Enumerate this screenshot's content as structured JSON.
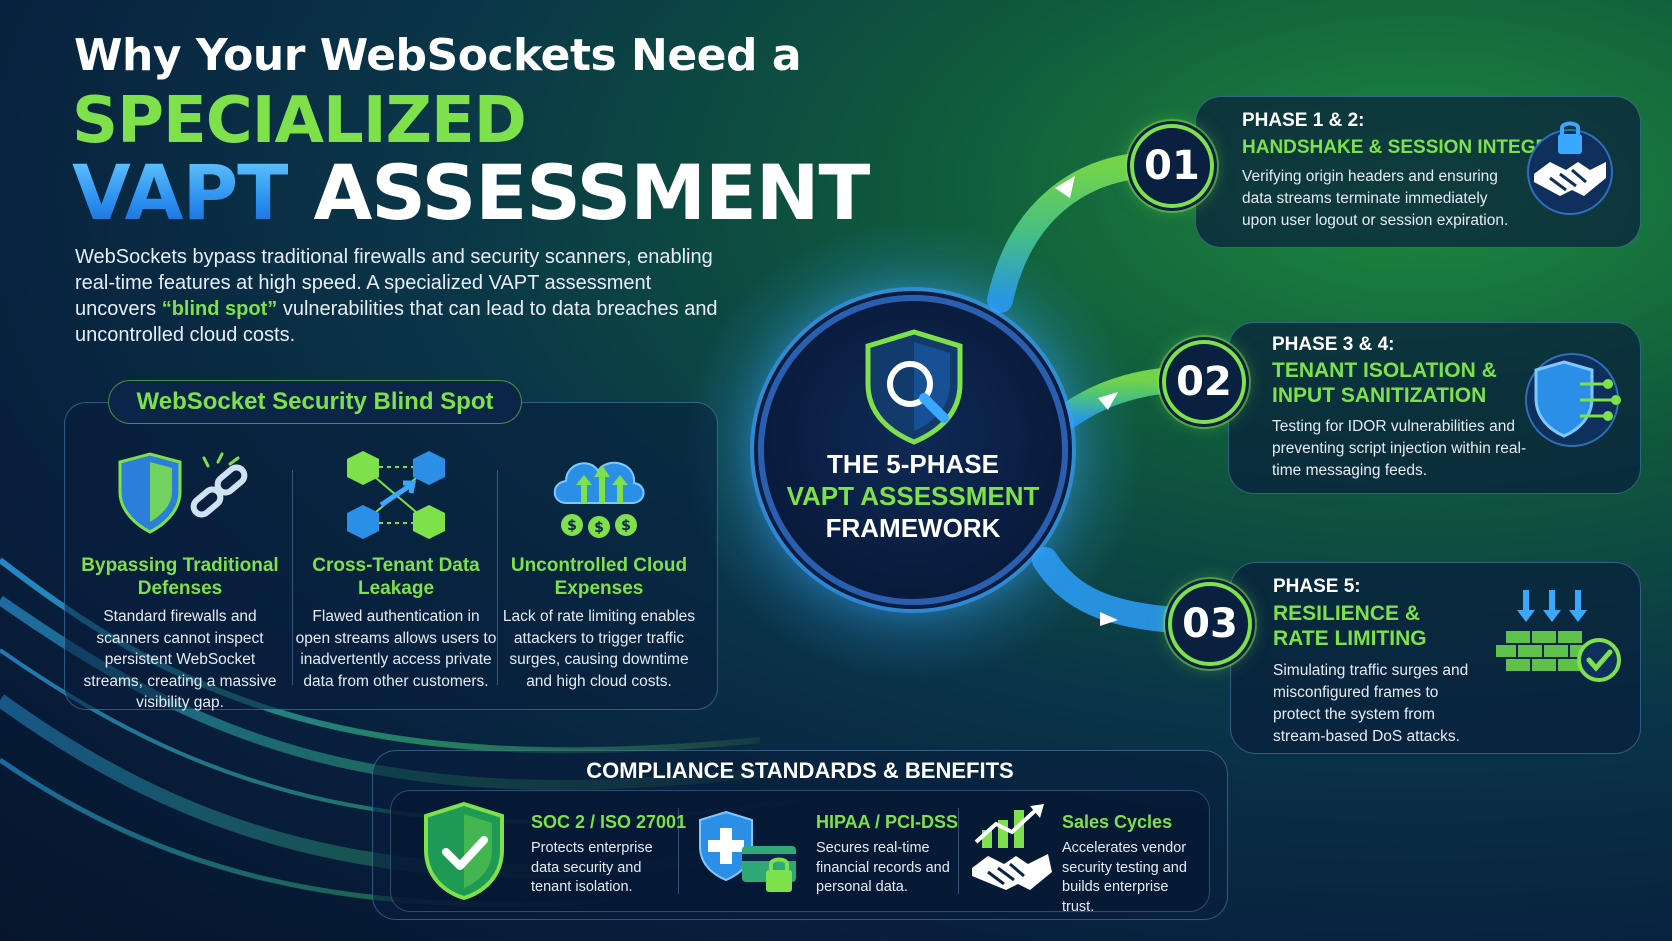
{
  "header": {
    "line1": "Why Your WebSockets Need a",
    "line2": "SPECIALIZED",
    "line3_a": "VAPT",
    "line3_b": " ASSESSMENT"
  },
  "intro": {
    "part1": "WebSockets bypass traditional firewalls and security scanners, enabling real-time features at high speed. A specialized VAPT assessment uncovers ",
    "highlight": "“blind spot”",
    "part2": " vulnerabilities that can lead to data breaches and uncontrolled cloud costs."
  },
  "blind_spot": {
    "title": "WebSocket Security Blind Spot",
    "items": [
      {
        "icon": "shield-chain-icon",
        "title": "Bypassing Traditional Defenses",
        "desc": "Standard firewalls and scanners cannot inspect persistent WebSocket streams, creating a massive visibility gap."
      },
      {
        "icon": "cubes-network-icon",
        "title": "Cross-Tenant Data Leakage",
        "desc": "Flawed authentication in open streams allows users to inadvertently access private data from other customers."
      },
      {
        "icon": "cloud-dollar-icon",
        "title": "Uncontrolled Cloud Expenses",
        "desc": "Lack of rate limiting enables attackers to trigger traffic surges, causing downtime and high cloud costs."
      }
    ]
  },
  "center": {
    "line1": "THE 5-PHASE",
    "line2": "VAPT ASSESSMENT",
    "line3": "FRAMEWORK"
  },
  "phases": [
    {
      "num": "01",
      "label": "PHASE 1 & 2:",
      "title": "HANDSHAKE & SESSION INTEGRITY",
      "desc": "Verifying origin headers and ensuring data streams terminate immediately upon user logout or session expiration.",
      "icon": "handshake-lock-icon"
    },
    {
      "num": "02",
      "label": "PHASE 3 & 4:",
      "title_a": "TENANT ISOLATION &",
      "title_b": "INPUT SANITIZATION",
      "desc": "Testing for IDOR vulnerabilities and preventing script injection within real-time messaging feeds.",
      "icon": "shield-circuit-icon"
    },
    {
      "num": "03",
      "label": "PHASE 5:",
      "title_a": "RESILIENCE &",
      "title_b": "RATE LIMITING",
      "desc": "Simulating traffic surges and misconfigured frames to protect the system from stream-based DoS attacks.",
      "icon": "firewall-check-icon"
    }
  ],
  "compliance": {
    "title": "COMPLIANCE STANDARDS & BENEFITS",
    "items": [
      {
        "icon": "shield-check-icon",
        "title": "SOC 2 / ISO 27001",
        "desc": "Protects enterprise data security and tenant isolation."
      },
      {
        "icon": "medical-card-lock-icon",
        "title": "HIPAA / PCI-DSS",
        "desc": "Secures real-time financial records and personal data."
      },
      {
        "icon": "handshake-chart-icon",
        "title": "Sales Cycles",
        "desc": "Accelerates vendor security testing and builds enterprise trust."
      }
    ]
  },
  "colors": {
    "accent_green": "#7ee04a",
    "accent_blue": "#2a8ff0",
    "navy": "#081f3d"
  }
}
